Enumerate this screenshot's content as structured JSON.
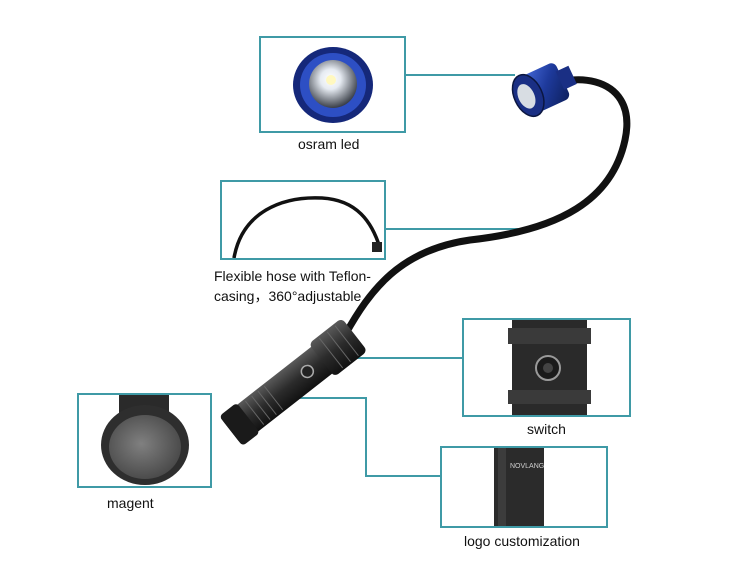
{
  "callouts": {
    "led": {
      "label": "osram led"
    },
    "hose": {
      "label_line1": "Flexible hose with Teflon-",
      "label_line2": "casing，360°adjustable"
    },
    "switch": {
      "label": "switch"
    },
    "magnet": {
      "label": "magent"
    },
    "logo": {
      "label": "logo customization",
      "engraving": "NOVLANG"
    }
  },
  "colors": {
    "callout_border": "#3f9aa6",
    "lamp_head": "#1e3a9c",
    "body": "#2a2a2a",
    "hose": "#111111"
  }
}
